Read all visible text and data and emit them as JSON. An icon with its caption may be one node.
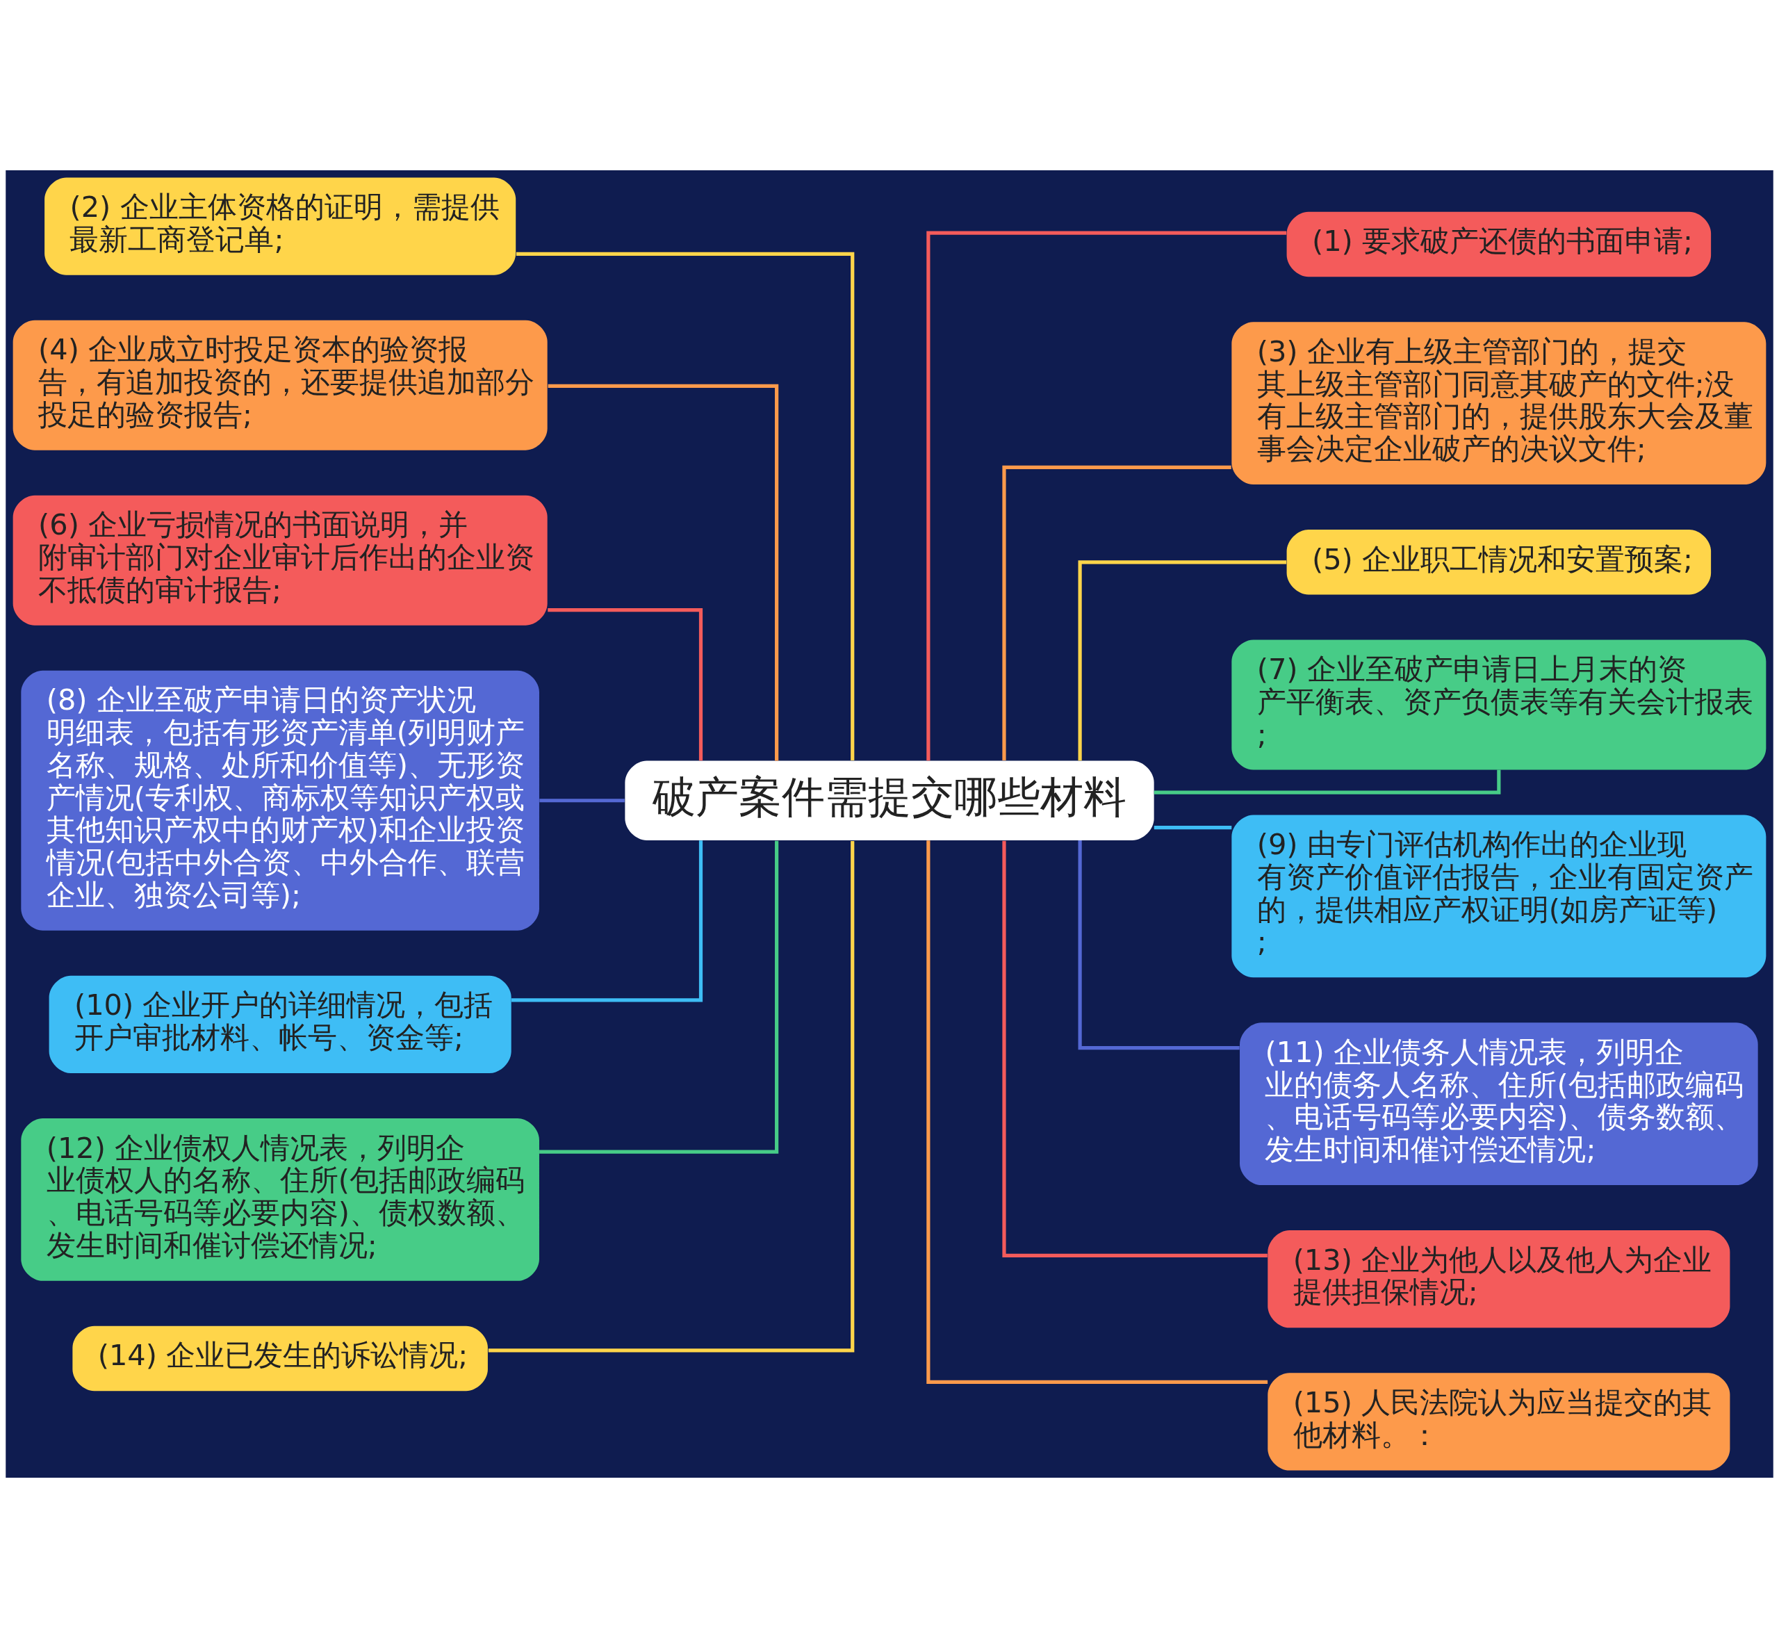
{
  "diagram": {
    "nodes": [
      {
        "text": [
          "破产案件需提交哪些材料"
        ]
      },
      {
        "text": [
          "(1) 要求破产还债的书面申请;"
        ]
      },
      {
        "text": [
          "(2) 企业主体资格的证明，需提供最新工商登记单;"
        ]
      },
      {
        "text": [
          "(3) 企业有上级主管部门的，提交其上级主管部门同意其破产的文件;没有上级主管部门的，提供股东大会及董事会决定企业破产的决议文件;"
        ]
      },
      {
        "text": [
          "(4) 企业成立时投足资本的验资报告，有追加投资的，还要提供追加部分投足的验资报告;"
        ]
      },
      {
        "text": [
          "(5) 企业职工情况和安置预案;"
        ]
      },
      {
        "text": [
          "(6) 企业亏损情况的书面说明，并附审计部门对企业审计后作出的企业资不抵债的审计报告;"
        ]
      },
      {
        "text": [
          "(7) 企业至破产申请日上月末的资产平衡表、资产负债表等有关会计报表;"
        ]
      },
      {
        "text": [
          "(8) 企业至破产申请日的资产状况明细表，包括有形资产清单(列明财产名称、规格、处所和价值等)、无形资产情况(专利权、商标权等知识产权或其他知识产权中的财产权)和企业投资情况(包括中外合资、中外合作、联营企业、独资公司等);"
        ]
      },
      {
        "text": [
          "(9) 由专门评估机构作出的企业现有资产价值评估报告，企业有固定资产的，提供相应产权证明(如房产证等);"
        ]
      },
      {
        "text": [
          "(10) 企业开户的详细情况，包括开户审批材料、帐号、资金等;"
        ]
      },
      {
        "text": [
          "(11) 企业债务人情况表，列明企业的债务人名称、住所(包括邮政编码、电话号码等必要内容)、债务数额、发生时间和催讨偿还情况;"
        ]
      },
      {
        "text": [
          "(12) 企业债权人情况表，列明企业债权人的名称、住所(包括邮政编码、电话号码等必要内容)、债权数额、发生时间和催讨偿还情况;"
        ]
      },
      {
        "text": [
          "(13) 企业为他人以及他人为企业提供担保情况;"
        ]
      },
      {
        "text": [
          "(14) 企业已发生的诉讼情况;"
        ]
      },
      {
        "text": [
          "(15) 人民法院认为应当提交的其他材料。："
        ]
      }
    ],
    "edges": [
      {
        "from": 0,
        "to": 1,
        "arrow": "none",
        "color": "#f45b5b"
      },
      {
        "from": 0,
        "to": 2,
        "arrow": "none",
        "color": "#ffd54a"
      },
      {
        "from": 0,
        "to": 3,
        "arrow": "none",
        "color": "#fd9a4b"
      },
      {
        "from": 0,
        "to": 4,
        "arrow": "none",
        "color": "#fd9a4b"
      },
      {
        "from": 0,
        "to": 5,
        "arrow": "none",
        "color": "#ffd54a"
      },
      {
        "from": 0,
        "to": 6,
        "arrow": "none",
        "color": "#f45b5b"
      },
      {
        "from": 0,
        "to": 7,
        "arrow": "none",
        "color": "#47cc87"
      },
      {
        "from": 0,
        "to": 8,
        "arrow": "none",
        "color": "#5468d4"
      },
      {
        "from": 0,
        "to": 9,
        "arrow": "none",
        "color": "#3ebdf5"
      },
      {
        "from": 0,
        "to": 10,
        "arrow": "none",
        "color": "#3ebdf5"
      },
      {
        "from": 0,
        "to": 11,
        "arrow": "none",
        "color": "#5468d4"
      },
      {
        "from": 0,
        "to": 12,
        "arrow": "none",
        "color": "#47cc87"
      },
      {
        "from": 0,
        "to": 13,
        "arrow": "none",
        "color": "#f45b5b"
      },
      {
        "from": 0,
        "to": 14,
        "arrow": "none",
        "color": "#ffd54a"
      },
      {
        "from": 0,
        "to": 15,
        "arrow": "none",
        "color": "#fd9a4b"
      }
    ]
  }
}
